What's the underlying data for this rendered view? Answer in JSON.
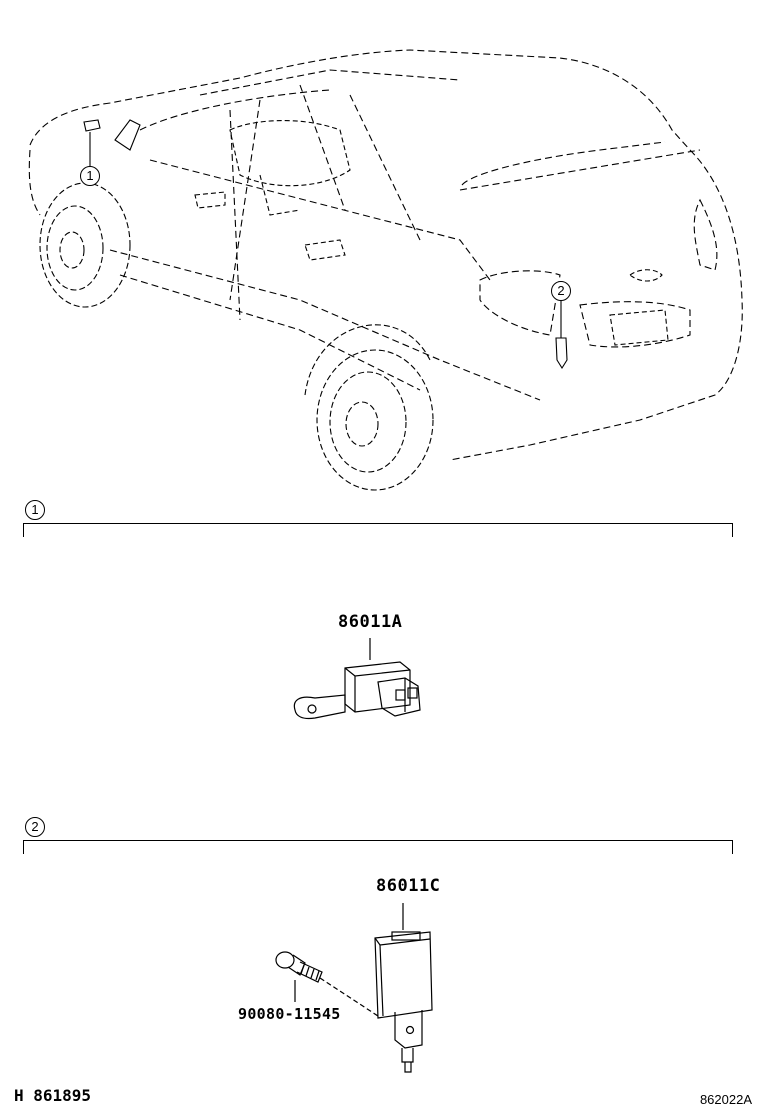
{
  "callouts": {
    "one": "1",
    "two": "2"
  },
  "sections": [
    {
      "callout": "1",
      "parts": [
        {
          "number": "86011A"
        }
      ]
    },
    {
      "callout": "2",
      "parts": [
        {
          "number": "86011C"
        },
        {
          "number": "90080-11545"
        }
      ]
    }
  ],
  "footer": {
    "left_code": "H 861895",
    "right_code": "862022A"
  }
}
